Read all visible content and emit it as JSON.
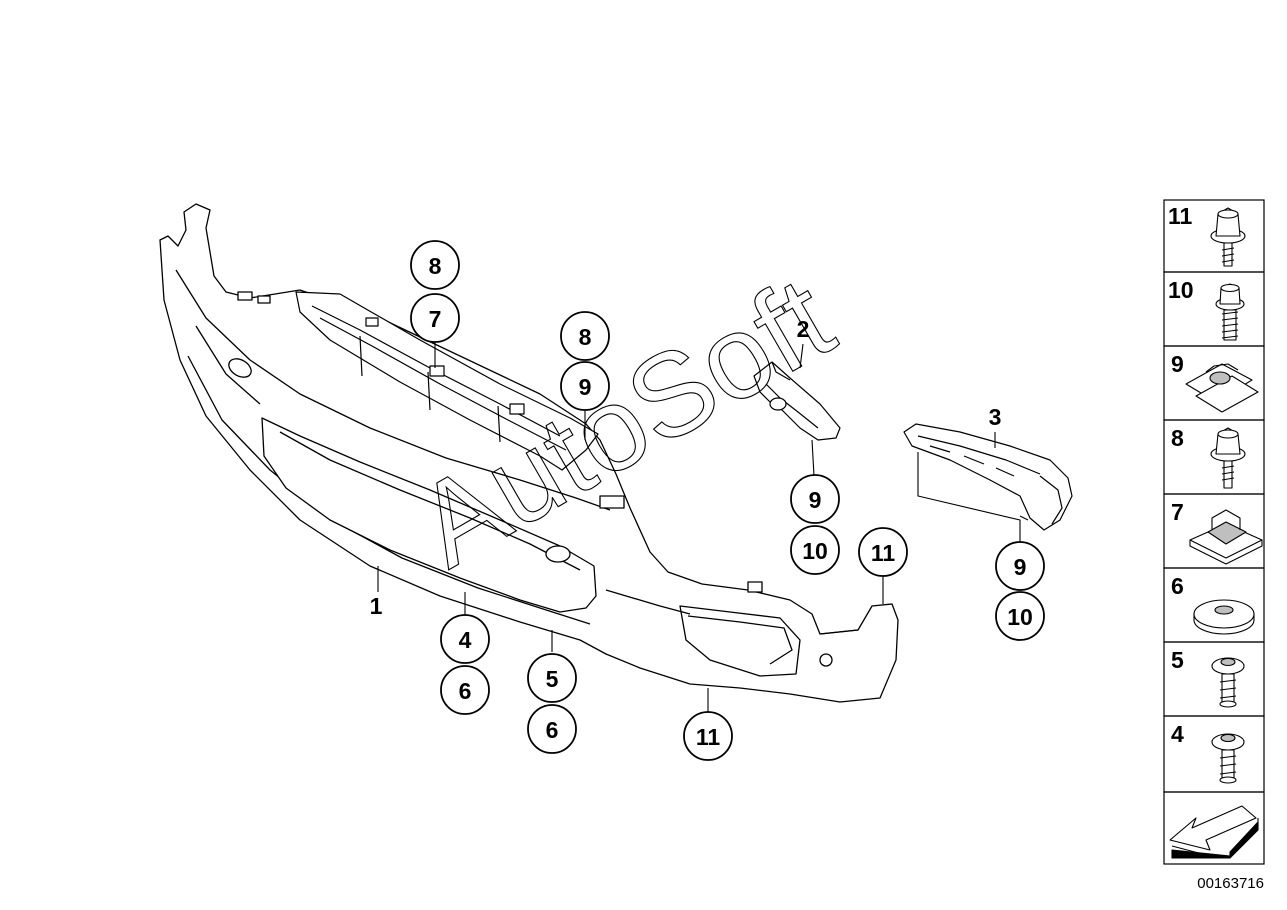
{
  "watermark": "AutoSoft",
  "diagram_code": "00163716",
  "parts": {
    "p1": "1",
    "p2": "2",
    "p3": "3"
  },
  "callouts": {
    "c8a": "8",
    "c7": "7",
    "c8b": "8",
    "c9a": "9",
    "c9b": "9",
    "c10a": "10",
    "c11a": "11",
    "c9c": "9",
    "c10b": "10",
    "c4": "4",
    "c6a": "6",
    "c5": "5",
    "c6b": "6",
    "c11b": "11"
  },
  "legend": {
    "l11": "11",
    "l10": "10",
    "l9": "9",
    "l8": "8",
    "l7": "7",
    "l6": "6",
    "l5": "5",
    "l4": "4"
  },
  "colors": {
    "line": "#000000",
    "part_fill": "#ffffff",
    "shade": "#bfbfbf"
  }
}
